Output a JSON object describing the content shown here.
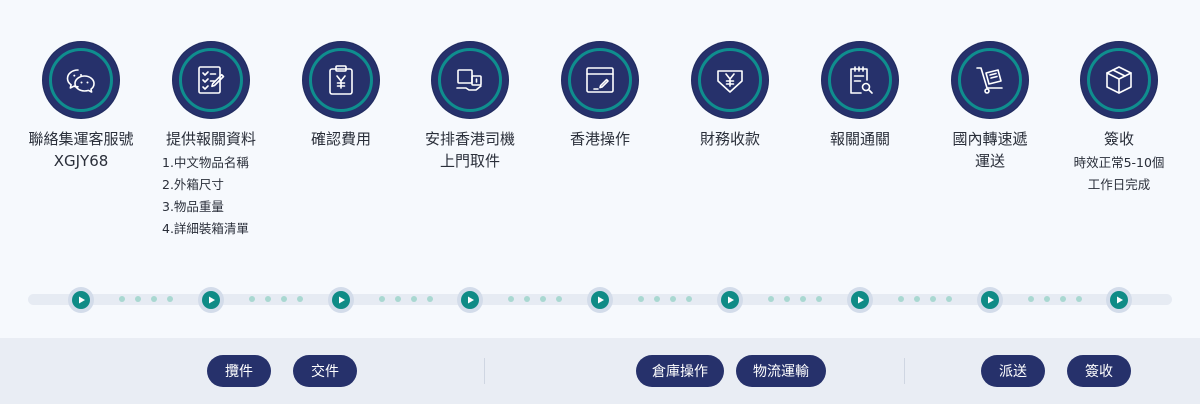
{
  "steps": [
    {
      "icon": "wechat-icon",
      "title": "聯絡集運客服號",
      "sub": "XGJY68",
      "notes": []
    },
    {
      "icon": "checklist-icon",
      "title": "提供報關資料",
      "sub": "",
      "notes": [
        "1.中文物品名稱",
        "2.外箱尺寸",
        "3.物品重量",
        "4.詳細裝箱清單"
      ]
    },
    {
      "icon": "yen-clipboard-icon",
      "title": "確認費用",
      "sub": "",
      "notes": []
    },
    {
      "icon": "pickup-icon",
      "title": "安排香港司機",
      "sub": "上門取件",
      "notes": []
    },
    {
      "icon": "window-edit-icon",
      "title": "香港操作",
      "sub": "",
      "notes": []
    },
    {
      "icon": "yen-payment-icon",
      "title": "財務收款",
      "sub": "",
      "notes": []
    },
    {
      "icon": "document-search-icon",
      "title": "報關通關",
      "sub": "",
      "notes": []
    },
    {
      "icon": "hand-truck-icon",
      "title": "國內轉速遞",
      "sub": "運送",
      "notes": []
    },
    {
      "icon": "package-icon",
      "title": "簽收",
      "sub": "",
      "notes": [
        "時效正常5-10個",
        "工作日完成"
      ]
    }
  ],
  "stages": {
    "pickup": "攬件",
    "handover": "交件",
    "warehouse": "倉庫操作",
    "transport": "物流運輸",
    "delivery": "派送",
    "signoff": "簽收"
  },
  "colors": {
    "navy": "#26316b",
    "teal": "#0f8e8e",
    "track": "#e6ebf3",
    "dot": "#a9d8d1"
  }
}
